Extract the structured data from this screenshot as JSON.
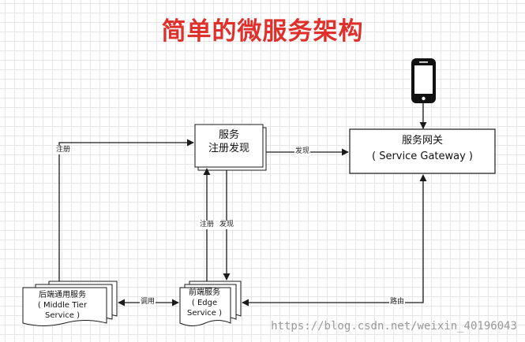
{
  "title": "简单的微服务架构",
  "colors": {
    "title": "#e0302c",
    "line": "#1a1a1a",
    "box_fill": "#ffffff",
    "grid": "#e6e6e6"
  },
  "nodes": {
    "registry": {
      "line1": "服务",
      "line2": "注册发现"
    },
    "gateway": {
      "line1": "服务网关",
      "line2": "( Service Gateway )"
    },
    "middle_tier": {
      "line1": "后端通用服务",
      "line2": "( Middle Tier",
      "line3": "Service )"
    },
    "edge": {
      "line1": "前端服务",
      "line2": "( Edge",
      "line3": "Service )"
    },
    "phone": {
      "icon": "smartphone-icon"
    }
  },
  "edges": {
    "middle_register": "注册",
    "registry_to_gateway": "发现",
    "edge_register": "注册",
    "edge_discover": "发现",
    "call": "调用",
    "route": "路由"
  },
  "watermark": "https://blog.csdn.net/weixin_40196043"
}
